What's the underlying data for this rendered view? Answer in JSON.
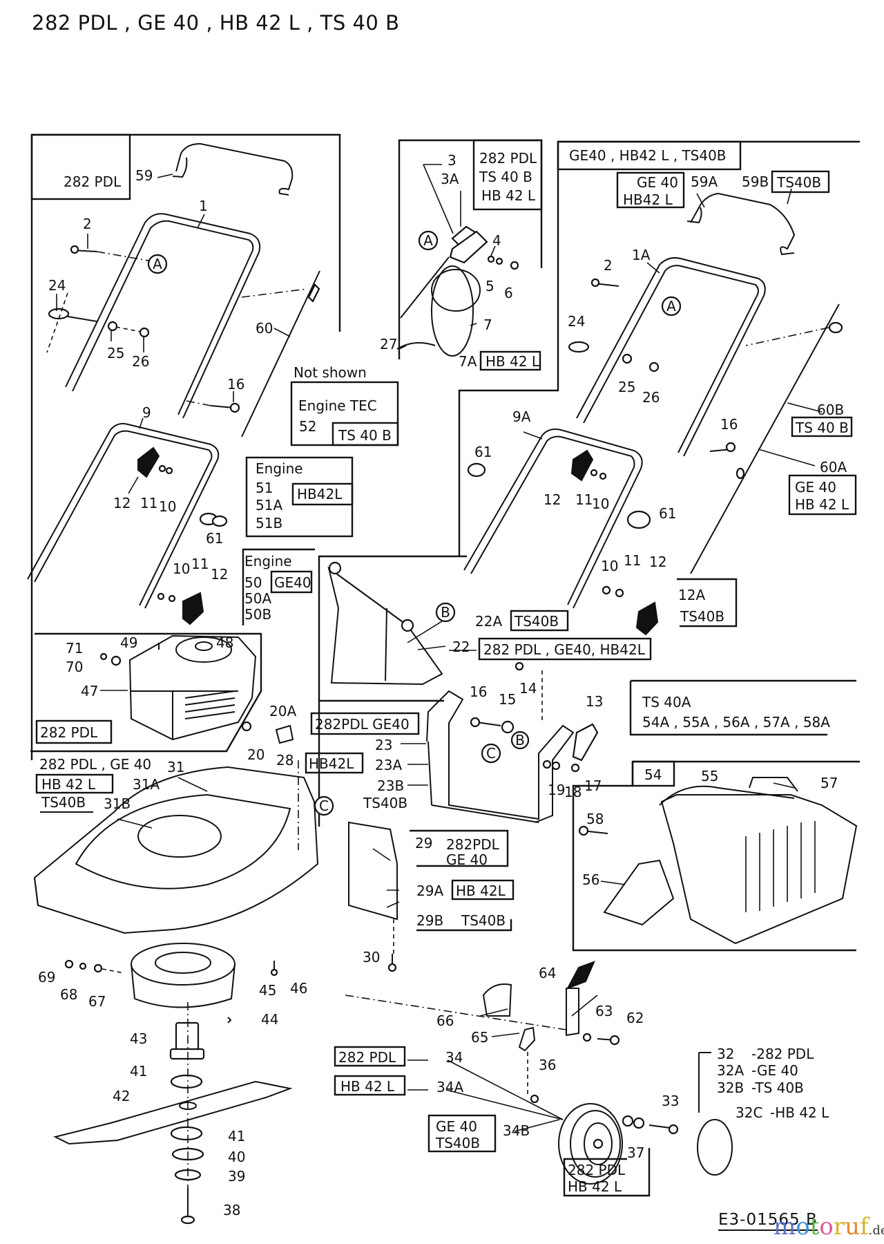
{
  "title": "282 PDL , GE 40 , HB 42 L , TS 40 B",
  "document_id": "E3-01565 B",
  "watermark": {
    "name": "motoruf",
    "letters": [
      "m",
      "o",
      "t",
      "o",
      "r",
      "u",
      "f"
    ],
    "tld": ".de"
  },
  "models": [
    "282 PDL",
    "GE 40",
    "HB 42 L",
    "TS 40 B"
  ],
  "sections": {
    "handle_282pdl": {
      "box": "282 PDL"
    },
    "handle_others": {
      "box": "GE40 , HB42 L , TS40B"
    },
    "control_box": {
      "lines": [
        "282 PDL",
        "TS 40 B",
        "HB 42 L"
      ]
    }
  },
  "model_boxes": {
    "b59a": [
      "GE 40",
      "HB42 L"
    ],
    "b59b": "TS40B",
    "b7a": "HB 42 L",
    "not_shown": "Not shown",
    "engine_tec": {
      "title": "Engine TEC",
      "part": "52",
      "model": "TS 40 B"
    },
    "engine51": {
      "title": "Engine",
      "parts": [
        "51",
        "51A",
        "51B"
      ],
      "model": "HB42L"
    },
    "engine50": {
      "title": "Engine",
      "parts": [
        "50",
        "50A",
        "50B"
      ],
      "model": "GE40"
    },
    "b60b": "TS 40 B",
    "b60a": [
      "GE 40",
      "HB 42 L"
    ],
    "b12a": "TS40B",
    "b22a": "TS40B",
    "b22": "282 PDL , GE40, HB42L",
    "b23": "282PDL  GE40",
    "b23a": "HB42L",
    "b23b": "TS40B",
    "engine282": "282 PDL",
    "deck": {
      "line1": "282 PDL , GE 40",
      "box": "HB 42 L",
      "line3": "TS40B"
    },
    "ts40a": [
      "TS 40A",
      "54A , 55A , 56A , 57A , 58A"
    ],
    "b54": "54",
    "b29": [
      "282PDL",
      "GE 40"
    ],
    "b29a": "HB 42L",
    "b29b": "TS40B",
    "b34": "282 PDL",
    "b34a": "HB 42 L",
    "b34b": [
      "GE 40",
      "TS40B"
    ],
    "b37": [
      "282 PDL",
      "HB 42 L"
    ],
    "hubcap": [
      {
        "part": "32",
        "model": "-282 PDL"
      },
      {
        "part": "32A",
        "model": "-GE 40"
      },
      {
        "part": "32B",
        "model": "-TS 40B"
      },
      {
        "part": "32C",
        "model": "-HB 42 L"
      }
    ]
  },
  "callouts": {
    "p59": "59",
    "p1": "1",
    "p2": "2",
    "p24": "24",
    "p25": "25",
    "p26": "26",
    "p60": "60",
    "p16a": "16",
    "p9": "9",
    "p12a": "12",
    "p11a": "11",
    "p10a": "10",
    "p61a": "61",
    "p10b": "10",
    "p11b": "11",
    "p12b": "12",
    "p3": "3",
    "p3a": "3A",
    "p4": "4",
    "p5": "5",
    "p6": "6",
    "p7": "7",
    "p7a": "7A",
    "p27": "27",
    "p59a": "59A",
    "p59b": "59B",
    "p1a": "1A",
    "p2b": "2",
    "p24b": "24",
    "p25b": "25",
    "p26b": "26",
    "p16b": "16",
    "p60b": "60B",
    "p60a": "60A",
    "p9a": "9A",
    "p61b": "61",
    "p12c": "12",
    "p11c": "11",
    "p10c": "10",
    "p61c": "61",
    "p10d": "10",
    "p11d": "11",
    "p12d": "12",
    "p12A": "12A",
    "p22a": "22A",
    "p22": "22",
    "p14": "14",
    "p16c": "16",
    "p15": "15",
    "p13": "13",
    "p23": "23",
    "p23a": "23A",
    "p23b": "23B",
    "p19": "19",
    "p18": "18",
    "p17": "17",
    "p71": "71",
    "p49": "49",
    "p48": "48",
    "p70": "70",
    "p47": "47",
    "p20a": "20A",
    "p20": "20",
    "p28": "28",
    "p31": "31",
    "p31a": "31A",
    "p31b": "31B",
    "p55": "55",
    "p57": "57",
    "p58": "58",
    "p56": "56",
    "p29": "29",
    "p29a": "29A",
    "p29b": "29B",
    "p30": "30",
    "p69": "69",
    "p68": "68",
    "p67": "67",
    "p45": "45",
    "p46": "46",
    "p44": "44",
    "p43": "43",
    "p41a": "41",
    "p42": "42",
    "p41b": "41",
    "p40": "40",
    "p39": "39",
    "p38": "38",
    "p64": "64",
    "p66": "66",
    "p63": "63",
    "p62": "62",
    "p65": "65",
    "p34": "34",
    "p36": "36",
    "p34a": "34A",
    "p33": "33",
    "p34b": "34B",
    "p37": "37"
  },
  "ref_markers": {
    "a": "A",
    "b": "B",
    "c": "C"
  }
}
